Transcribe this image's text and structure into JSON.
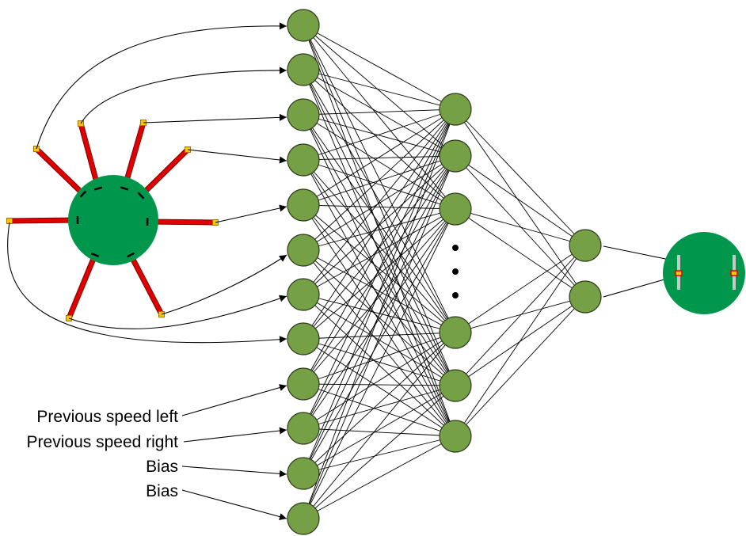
{
  "input_labels": {
    "prev_left": "Previous speed left",
    "prev_right": "Previous speed right",
    "bias1": "Bias",
    "bias2": "Bias"
  },
  "ellipsis": "•\n•\n•",
  "colors": {
    "neuron_fill": "#76A045",
    "neuron_stroke": "#2d3a1c",
    "robot_body": "#00964B",
    "sensor_beam": "#E10000",
    "sensor_tip": "#F5C800",
    "wheel": "#C8C8C8",
    "line": "#000000"
  },
  "network": {
    "input_neurons": 12,
    "hidden1_neurons_shown": 6,
    "hidden1_truncated": true,
    "hidden2_neurons": 2,
    "robot_sensors": 8,
    "robot_wheels": 2
  }
}
